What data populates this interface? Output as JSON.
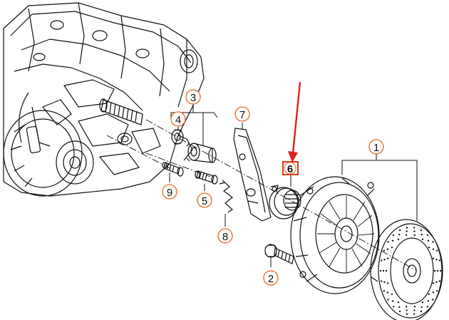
{
  "diagram": {
    "callouts": [
      {
        "id": "1",
        "label": "1"
      },
      {
        "id": "2",
        "label": "2"
      },
      {
        "id": "3",
        "label": "3"
      },
      {
        "id": "4",
        "label": "4"
      },
      {
        "id": "5",
        "label": "5"
      },
      {
        "id": "6",
        "label": "6"
      },
      {
        "id": "7",
        "label": "7"
      },
      {
        "id": "8",
        "label": "8"
      },
      {
        "id": "9",
        "label": "9"
      }
    ],
    "highlighted_callout": "6",
    "colors": {
      "line": "#111111",
      "callout_ring": "#e8651f",
      "callout_text": "#111111",
      "highlight_box": "#e03a1e",
      "arrow": "#e0201e"
    }
  }
}
